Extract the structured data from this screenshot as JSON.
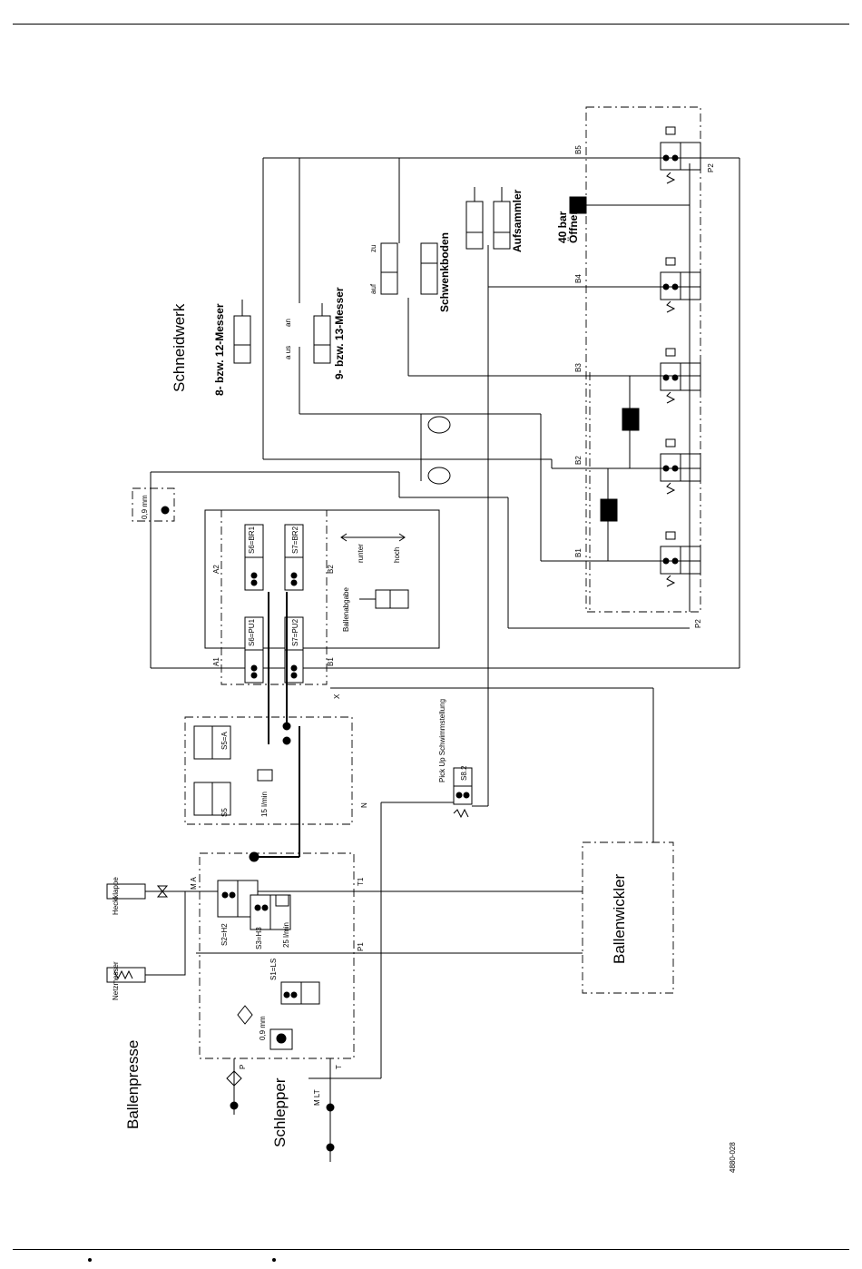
{
  "labels": {
    "schneidwerk": "Schneidwerk",
    "messer12": "8- bzw. 12-Messer",
    "messer13": "9- bzw. 13-Messer",
    "aus_an": "a us",
    "an": "an",
    "schwenkboden": "Schwenkboden",
    "auf": "auf",
    "zu": "zu",
    "aufsammler": "Aufsammler",
    "bar40": "40 bar",
    "offner": "Öffner",
    "b1": "B1",
    "b2": "B2",
    "b3": "B3",
    "b4": "B4",
    "b5": "B5",
    "p2_top": "P2",
    "p2_bottom": "P2",
    "a1": "A1",
    "a2": "A2",
    "s2_b1": "B1",
    "s2_b2": "B2",
    "s6_br1": "S6=BR1",
    "s7_br2": "S7=BR2",
    "s6_pu1": "S6=PU1",
    "s7_pu2": "S7=PU2",
    "runter": "runter",
    "hoch": "hoch",
    "ballenabweiser": "Ballenabgabe",
    "pickup": "Pick Up Schwimmstellung",
    "s8_2": "S8.2",
    "ballenwickler": "Ballenwickler",
    "s5a": "S5=A",
    "s5": "S5",
    "l15": "15 l/min",
    "l25": "25 l/min",
    "x": "X",
    "n": "N",
    "t1": "T1",
    "p1": "P1",
    "p": "P",
    "t": "T",
    "m_a": "M A",
    "heckklappe": "Heckklappe",
    "netzmesser": "Netzmesser",
    "s2_h2": "S2=H2",
    "s3_h3": "S3=H3",
    "s1_ls": "S1=LS",
    "v09": "0,9 mm",
    "ballenpresse": "Ballenpresse",
    "schlepper": "Schlepper",
    "mlt": "M LT",
    "docno": "4880-028",
    "mm09": "0,9 mm"
  }
}
